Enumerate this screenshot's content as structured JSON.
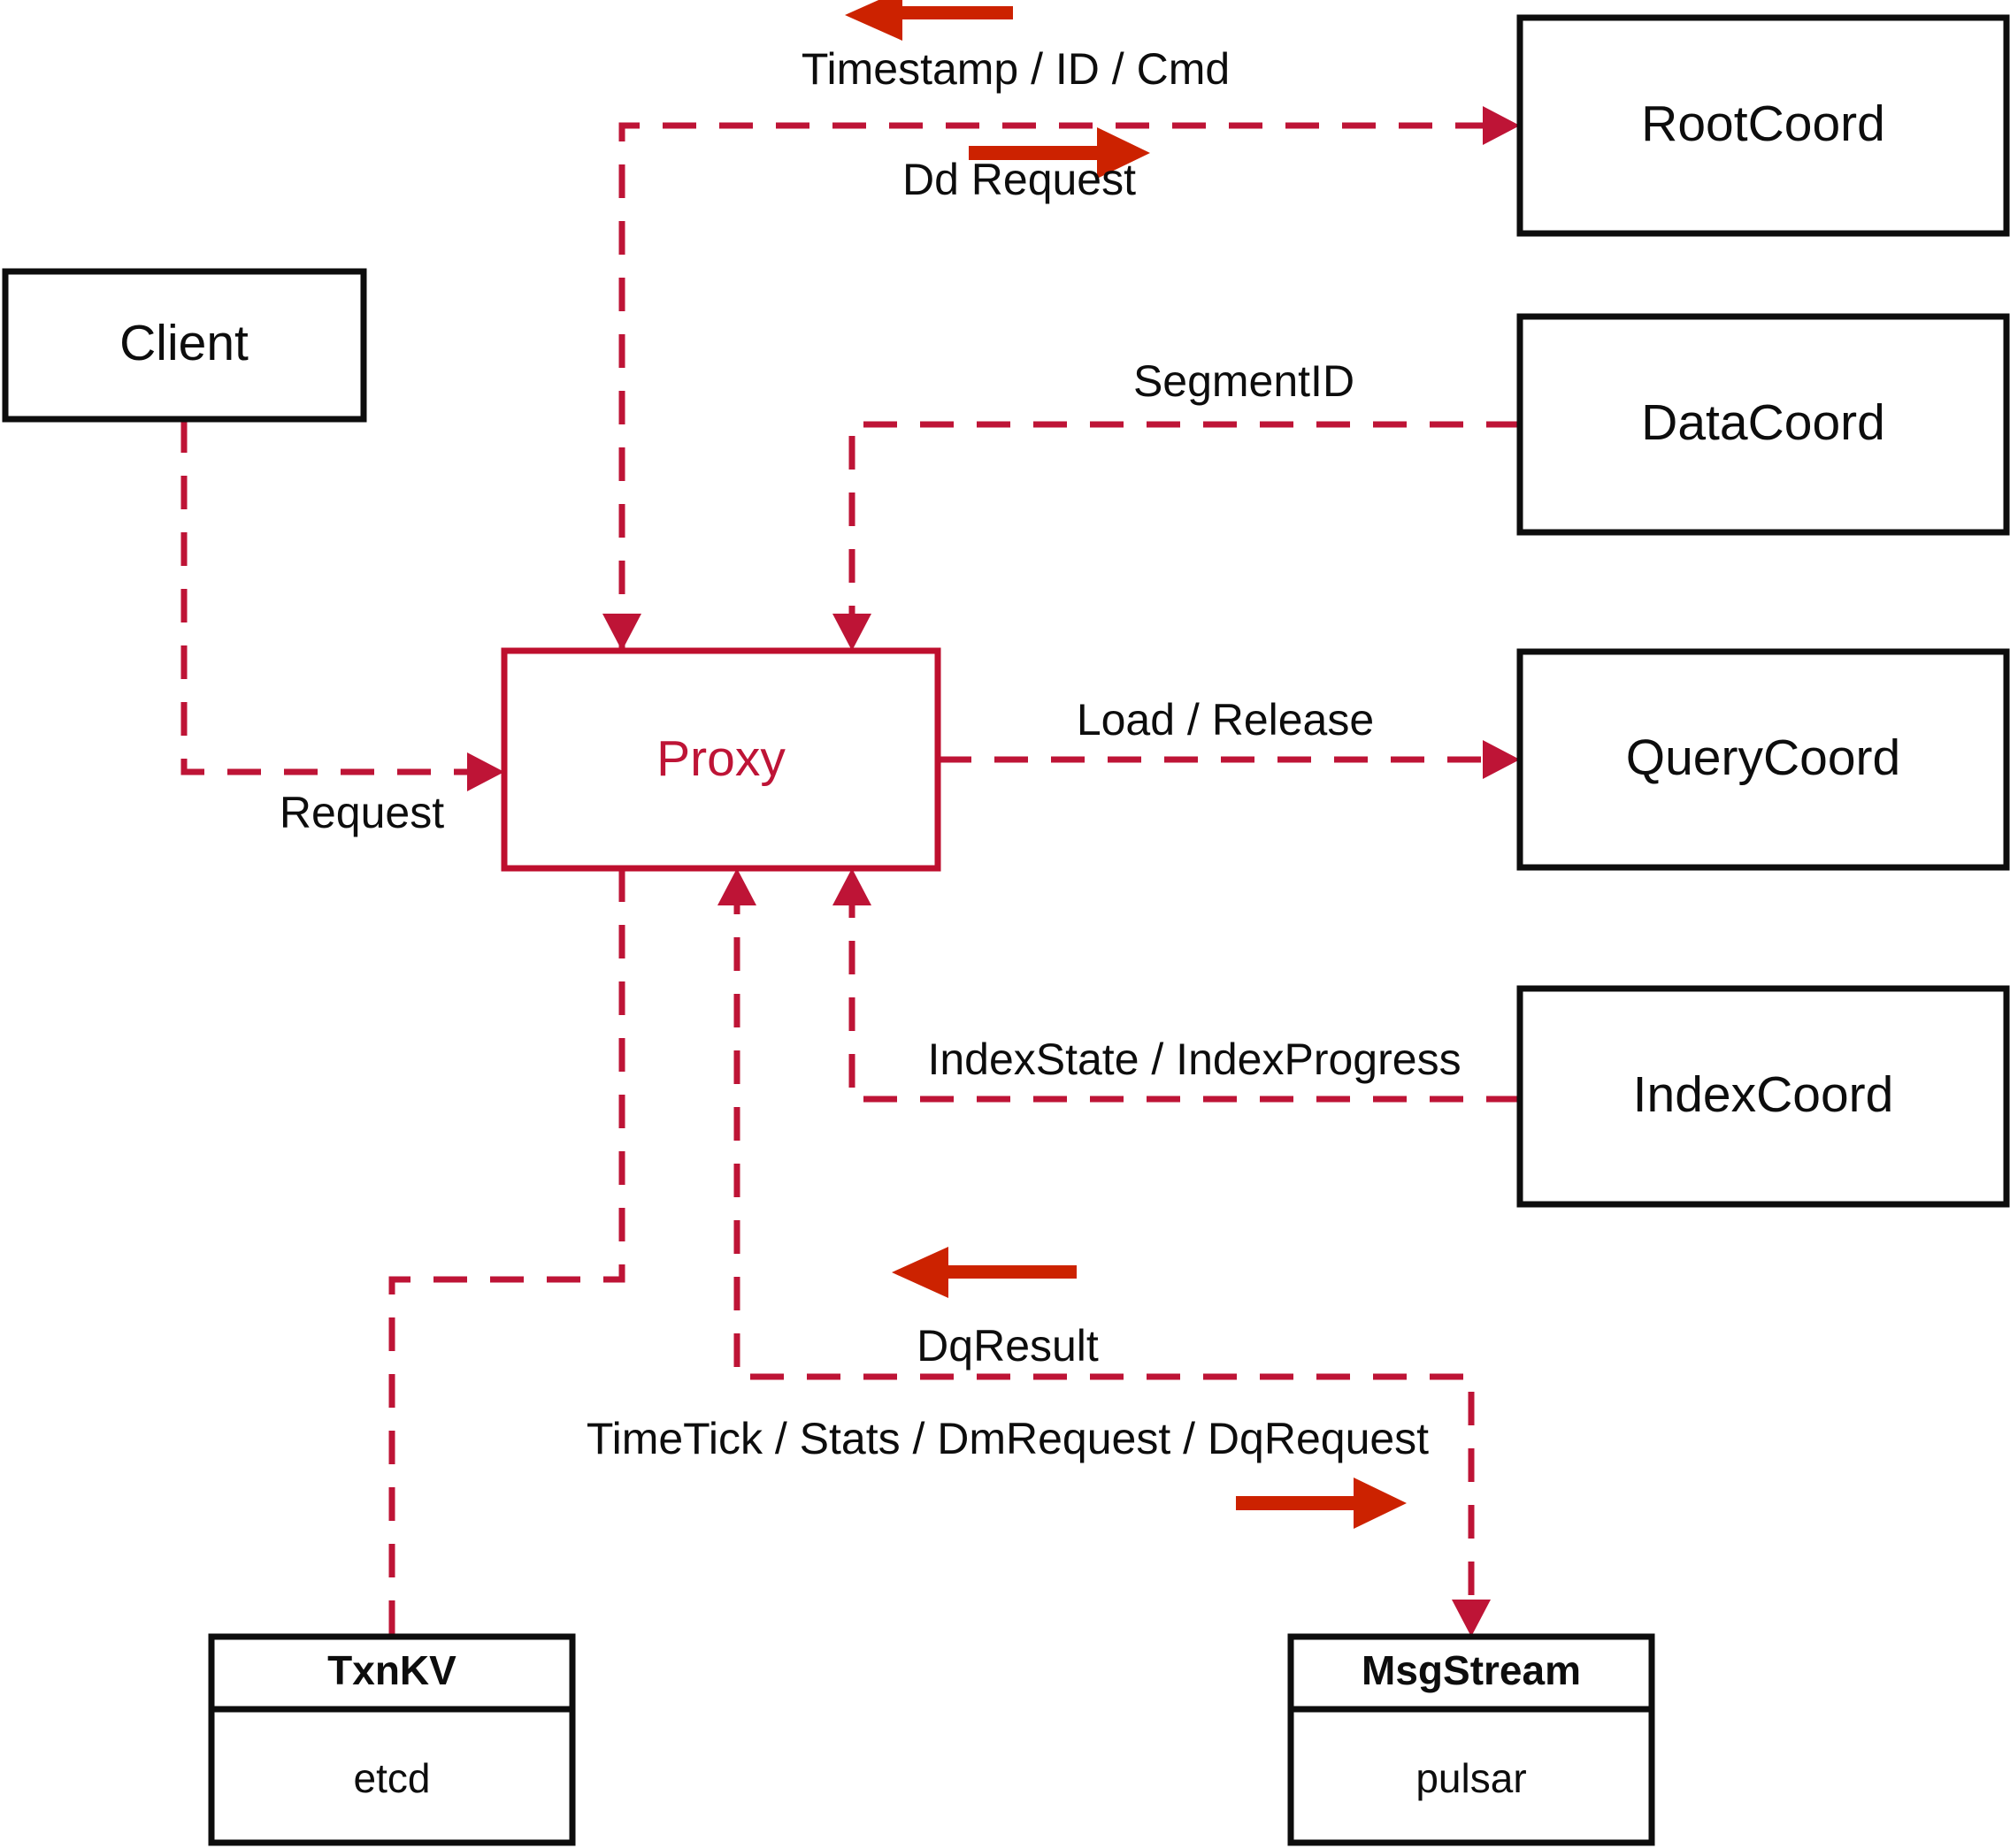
{
  "diagram": {
    "title": "Milvus Proxy interaction diagram",
    "colors": {
      "accent": "#be1436",
      "node_stroke": "#0d0d0d",
      "solid_arrow": "#cc2200",
      "background": "#ffffff"
    }
  },
  "nodes": {
    "client": {
      "label": "Client"
    },
    "proxy": {
      "label": "Proxy"
    },
    "root_coord": {
      "label": "RootCoord"
    },
    "data_coord": {
      "label": "DataCoord"
    },
    "query_coord": {
      "label": "QueryCoord"
    },
    "index_coord": {
      "label": "IndexCoord"
    },
    "txnkv": {
      "title": "TxnKV",
      "impl": "etcd"
    },
    "msgstream": {
      "title": "MsgStream",
      "impl": "pulsar"
    }
  },
  "edges": {
    "request": {
      "label": "Request"
    },
    "timestamp_id_cmd": {
      "label": "Timestamp / ID / Cmd"
    },
    "dd_request": {
      "label": "Dd Request"
    },
    "segment_id": {
      "label": "SegmentID"
    },
    "load_release": {
      "label": "Load / Release"
    },
    "index_state_progress": {
      "label": "IndexState / IndexProgress"
    },
    "dq_result": {
      "label": "DqResult"
    },
    "timetick_stats": {
      "label": "TimeTick / Stats / DmRequest / DqRequest"
    }
  }
}
